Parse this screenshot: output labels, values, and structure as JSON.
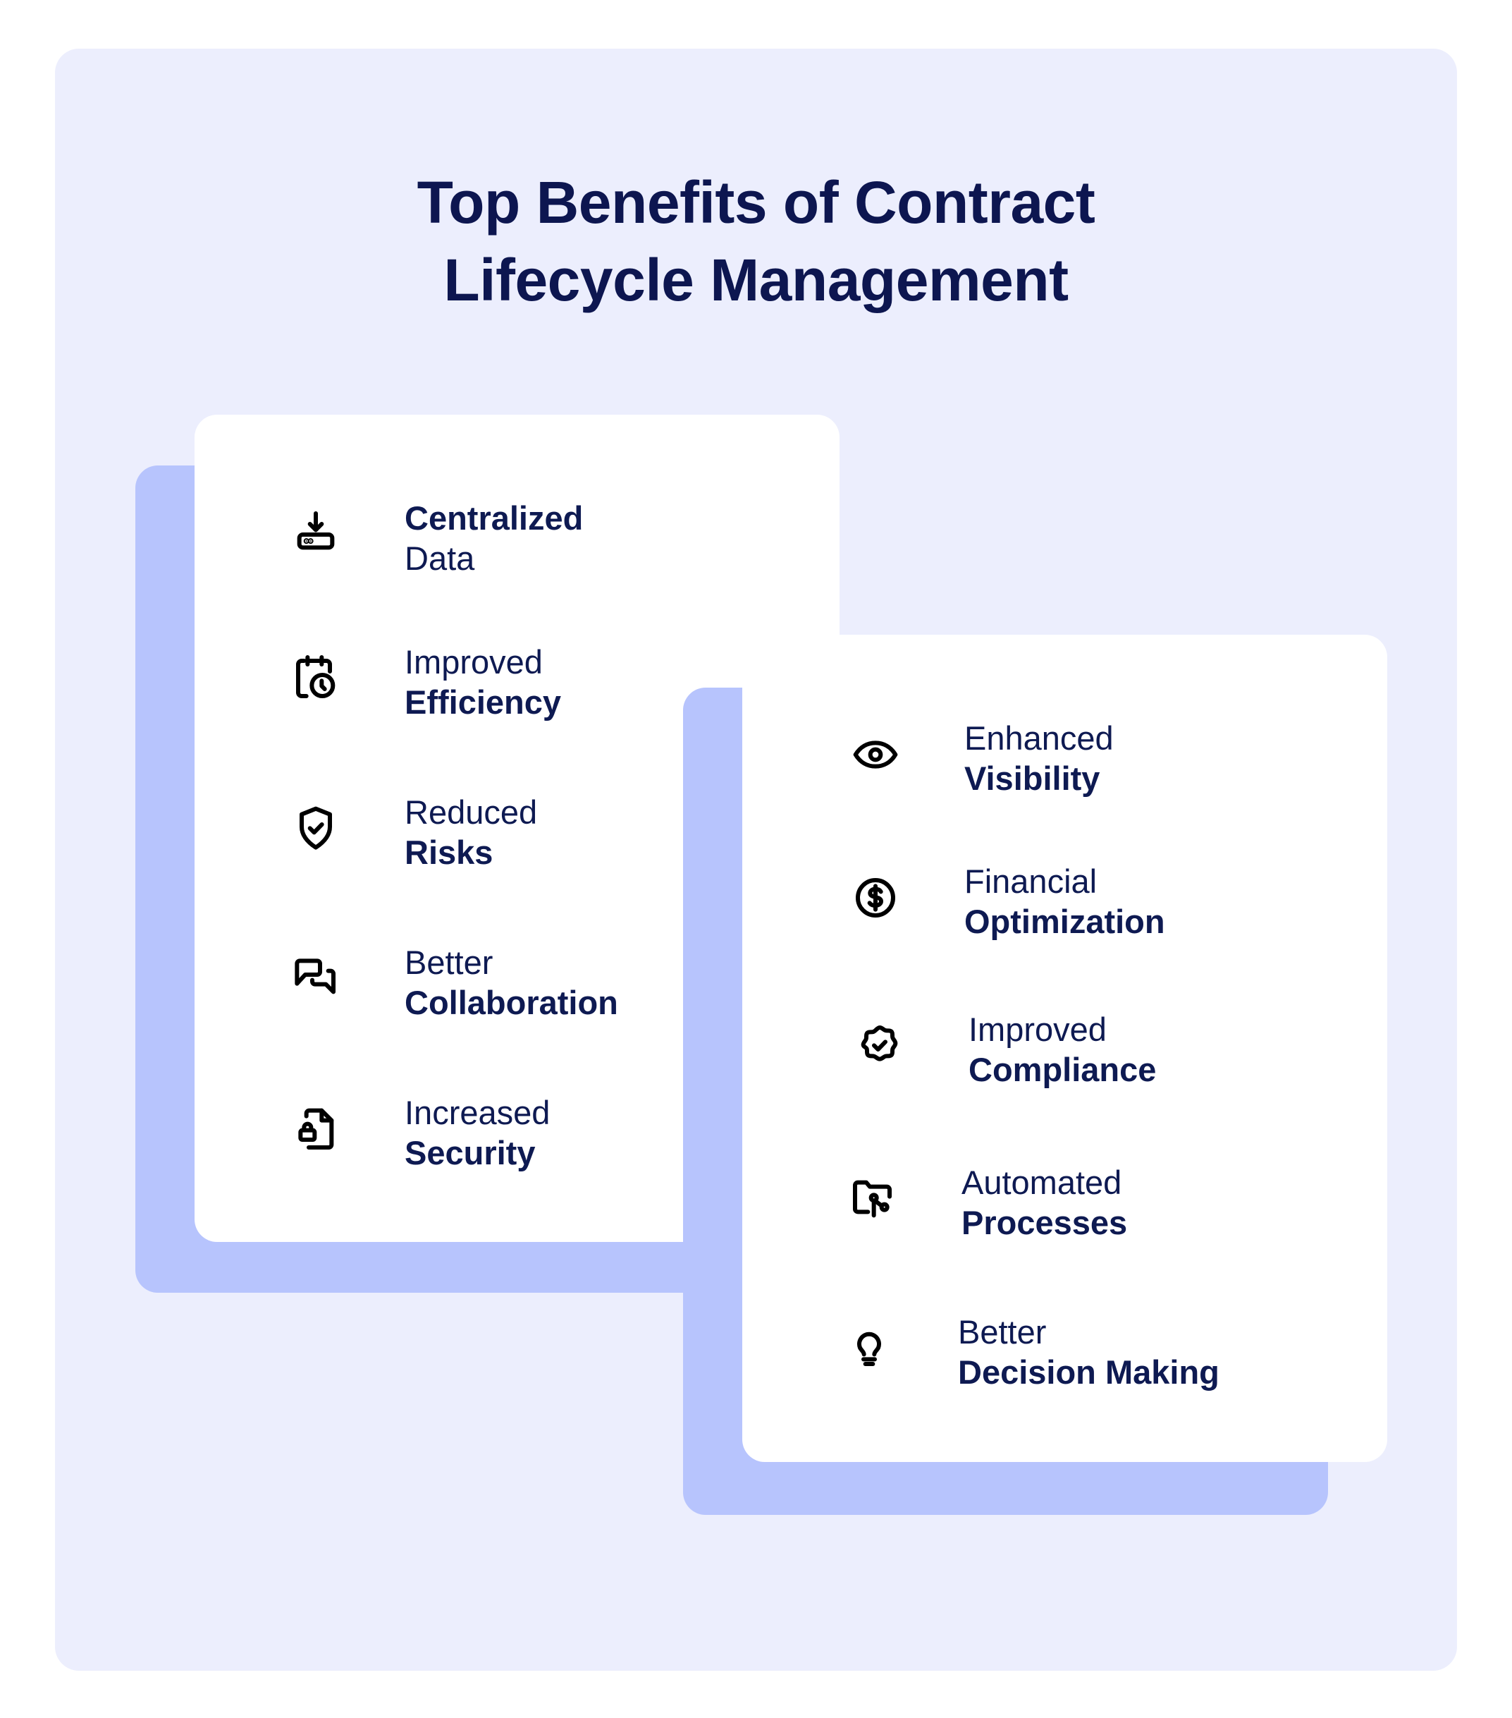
{
  "title": {
    "line1": "Top Benefits of Contract",
    "line2": "Lifecycle Management"
  },
  "colors": {
    "panel_bg": "#ECEEFD",
    "shadow": "#B7C4FD",
    "card_bg": "#FFFFFF",
    "text": "#0E1A52",
    "icon": "#000000"
  },
  "left_card": {
    "items": [
      {
        "icon": "server-download-icon",
        "line1": "Centralized",
        "line1_bold": true,
        "line2": "Data",
        "line2_bold": false
      },
      {
        "icon": "calendar-clock-icon",
        "line1": "Improved",
        "line1_bold": false,
        "line2": "Efficiency",
        "line2_bold": true
      },
      {
        "icon": "shield-check-icon",
        "line1": "Reduced",
        "line1_bold": false,
        "line2": "Risks",
        "line2_bold": true
      },
      {
        "icon": "chat-bubbles-icon",
        "line1": "Better",
        "line1_bold": false,
        "line2": "Collaboration",
        "line2_bold": true
      },
      {
        "icon": "file-lock-icon",
        "line1": "Increased",
        "line1_bold": false,
        "line2": "Security",
        "line2_bold": true
      }
    ]
  },
  "right_card": {
    "items": [
      {
        "icon": "eye-icon",
        "line1": "Enhanced",
        "line1_bold": false,
        "line2": "Visibility",
        "line2_bold": true
      },
      {
        "icon": "dollar-circle-icon",
        "line1": "Financial",
        "line1_bold": false,
        "line2": "Optimization",
        "line2_bold": true
      },
      {
        "icon": "badge-check-icon",
        "line1": "Improved",
        "line1_bold": false,
        "line2": "Compliance",
        "line2_bold": true
      },
      {
        "icon": "folder-workflow-icon",
        "line1": "Automated",
        "line1_bold": false,
        "line2": "Processes",
        "line2_bold": true
      },
      {
        "icon": "lightbulb-icon",
        "line1": "Better",
        "line1_bold": false,
        "line2": "Decision Making",
        "line2_bold": true
      }
    ]
  }
}
